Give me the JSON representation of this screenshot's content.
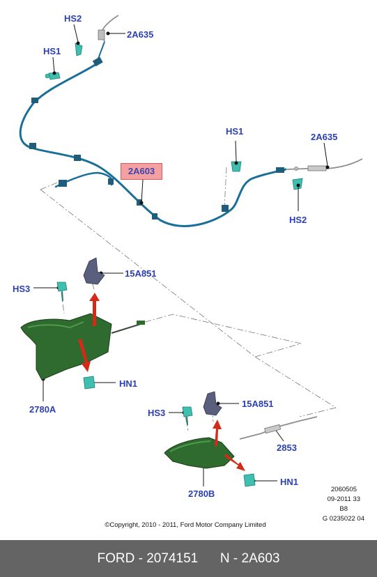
{
  "labels": {
    "hs2_top": "HS2",
    "hs1_top": "HS1",
    "p2a635_top": "2A635",
    "p2a603": "2A603",
    "hs1_right": "HS1",
    "p2a635_right": "2A635",
    "hs2_right": "HS2",
    "hs3_left": "HS3",
    "p15a851_left": "15A851",
    "hn1_left": "HN1",
    "p2780a": "2780A",
    "hs3_right": "HS3",
    "p15a851_right": "15A851",
    "p2853": "2853",
    "p2780b": "2780B",
    "hn1_right": "HN1"
  },
  "codes": {
    "line1": "2060505",
    "line2": "09-2011 33",
    "line3": "B8",
    "line4": "G 0235022 04"
  },
  "copyright": "©Copyright, 2010 - 2011, Ford Motor Company Limited",
  "footer": {
    "part": "FORD - 2074151",
    "number": "N - 2A603"
  },
  "colors": {
    "label_blue": "#2b3fb5",
    "cable_blue": "#1a6e9a",
    "highlight": "#f4a0a0",
    "lever_green": "#2f6b2f",
    "clip_teal": "#3fbfb0",
    "arrow_red": "#d42a1a",
    "footer_bg": "#646464"
  }
}
